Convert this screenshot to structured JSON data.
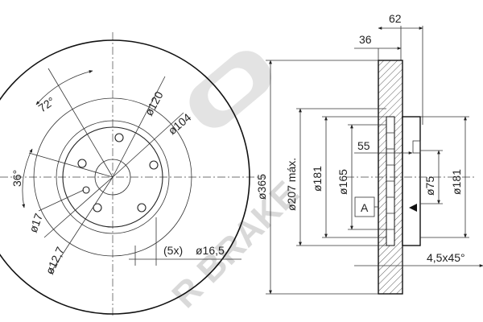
{
  "watermark": {
    "text": "R BRAKE",
    "color": "#d6d6d6"
  },
  "front_view": {
    "angle_top": "72°",
    "angle_left": "36°",
    "dia_120": "ø120",
    "dia_104": "ø104",
    "dia_17": "ø17",
    "dia_12_7": "ø12,7",
    "holes_count": "(5x)",
    "dia_16_5": "ø16,5"
  },
  "side_view": {
    "dim_62": "62",
    "dim_36": "36",
    "dim_55": "55",
    "dia_365": "ø365",
    "dia_207": "ø207 máx.",
    "dia_181_left": "ø181",
    "dia_165": "ø165",
    "dia_75": "ø75",
    "dia_181_right": "ø181",
    "ref_a": "A",
    "chamfer": "4,5x45°"
  }
}
